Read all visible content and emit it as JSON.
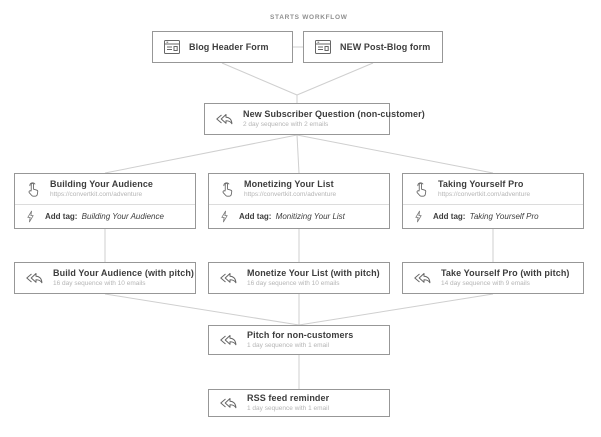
{
  "workflow": {
    "starts_label": "STARTS WORKFLOW",
    "forms": [
      {
        "title": "Blog Header Form"
      },
      {
        "title": "NEW Post-Blog form"
      }
    ],
    "subscriber_question": {
      "title": "New Subscriber Question (non-customer)",
      "subtitle": "2 day sequence with 2 emails"
    },
    "link_triggers": [
      {
        "title": "Building Your Audience",
        "url": "https://convertkit.com/adventure",
        "tag_label": "Add tag:",
        "tag_name": "Building Your Audience"
      },
      {
        "title": "Monetizing Your List",
        "url": "https://convertkit.com/adventure",
        "tag_label": "Add tag:",
        "tag_name": "Monitizing Your List"
      },
      {
        "title": "Taking Yourself Pro",
        "url": "https://convertkit.com/adventure",
        "tag_label": "Add tag:",
        "tag_name": "Taking Yourself Pro"
      }
    ],
    "pitch_sequences": [
      {
        "title": "Build Your Audience (with pitch)",
        "subtitle": "16 day sequence with 10 emails"
      },
      {
        "title": "Monetize Your List (with pitch)",
        "subtitle": "16 day sequence with 10 emails"
      },
      {
        "title": "Take Yourself Pro (with pitch)",
        "subtitle": "14 day sequence with 9 emails"
      }
    ],
    "pitch_non_customers": {
      "title": "Pitch for non-customers",
      "subtitle": "1 day sequence with 1 email"
    },
    "rss_reminder": {
      "title": "RSS feed reminder",
      "subtitle": "1 day sequence with 1 email"
    }
  },
  "colors": {
    "box_border": "#979797",
    "connector_line": "#cfcfcf",
    "title_text": "#3d3d3d",
    "muted_text": "#b5b5b5",
    "icon_stroke": "#666666"
  }
}
